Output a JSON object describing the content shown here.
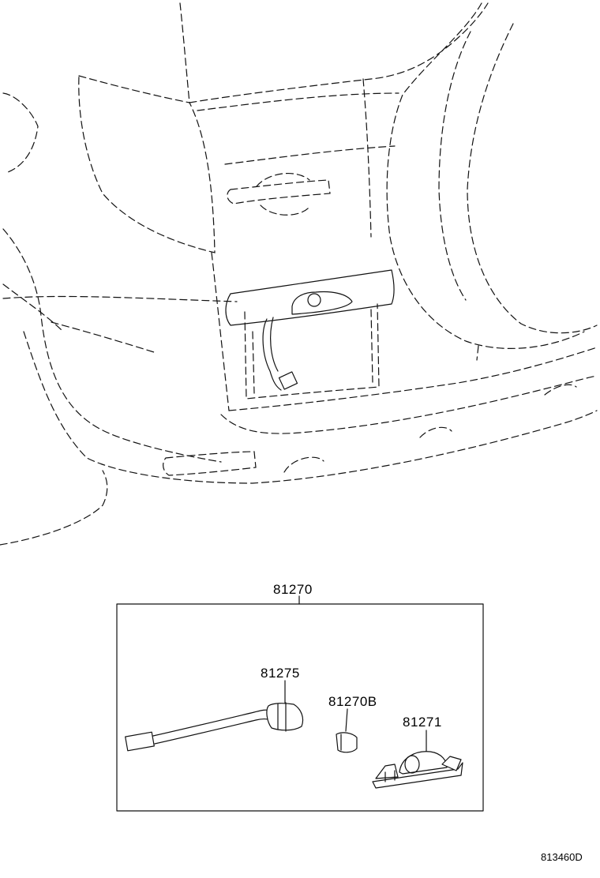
{
  "callouts": {
    "assembly": "81270",
    "socket_wire": "81275",
    "bulb": "81270B",
    "lens_housing": "81271"
  },
  "diagram_code": "813460D"
}
